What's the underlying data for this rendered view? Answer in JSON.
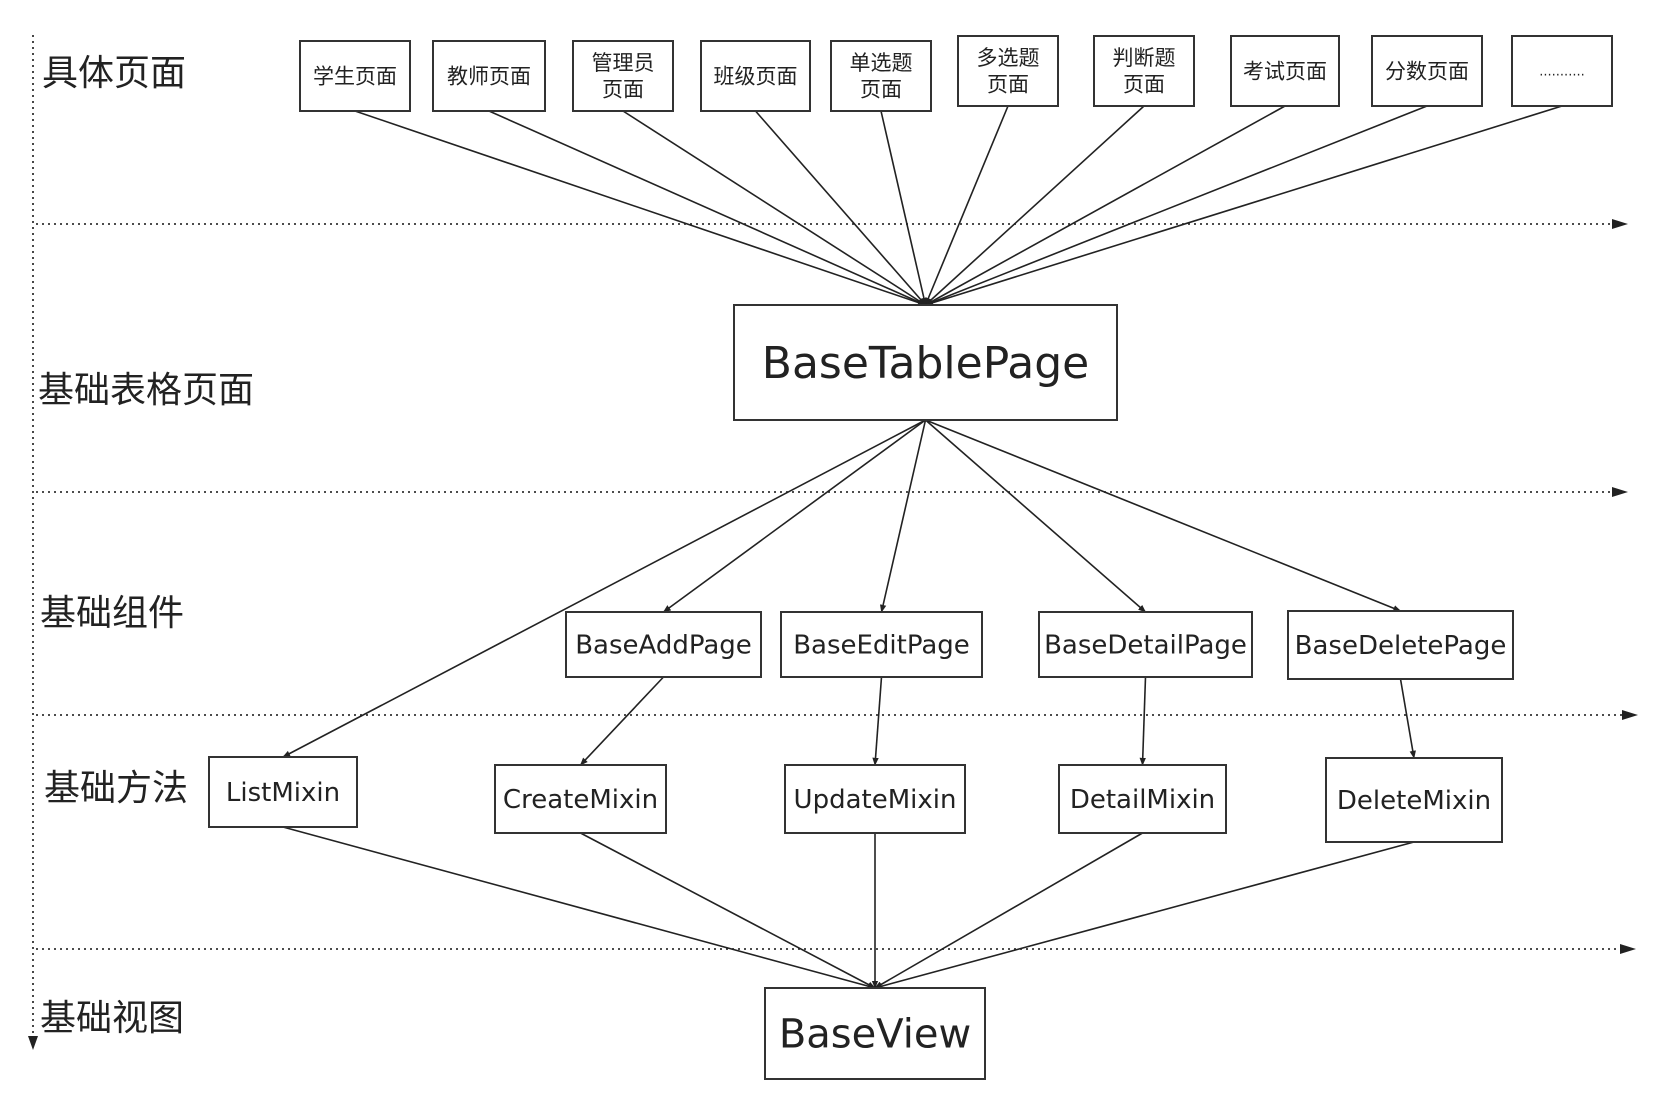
{
  "layers": [
    {
      "id": "concrete",
      "label": "具体页面"
    },
    {
      "id": "table",
      "label": "基础表格页面"
    },
    {
      "id": "components",
      "label": "基础组件"
    },
    {
      "id": "methods",
      "label": "基础方法"
    },
    {
      "id": "view",
      "label": "基础视图"
    }
  ],
  "nodes": {
    "student": {
      "lines": [
        "学生页面"
      ]
    },
    "teacher": {
      "lines": [
        "教师页面"
      ]
    },
    "admin": {
      "lines": [
        "管理员",
        "页面"
      ]
    },
    "class": {
      "lines": [
        "班级页面"
      ]
    },
    "single": {
      "lines": [
        "单选题",
        "页面"
      ]
    },
    "multi": {
      "lines": [
        "多选题",
        "页面"
      ]
    },
    "judge": {
      "lines": [
        "判断题",
        "页面"
      ]
    },
    "exam": {
      "lines": [
        "考试页面"
      ]
    },
    "score": {
      "lines": [
        "分数页面"
      ]
    },
    "more": {
      "lines": [
        "..........."
      ]
    },
    "basetablepage": {
      "lines": [
        "BaseTablePage"
      ]
    },
    "baseaddpage": {
      "lines": [
        "BaseAddPage"
      ]
    },
    "baseeditpage": {
      "lines": [
        "BaseEditPage"
      ]
    },
    "basedetailpage": {
      "lines": [
        "BaseDetailPage"
      ]
    },
    "basedeletepage": {
      "lines": [
        "BaseDeletePage"
      ]
    },
    "listmixin": {
      "lines": [
        "ListMixin"
      ]
    },
    "createmixin": {
      "lines": [
        "CreateMixin"
      ]
    },
    "updatemixin": {
      "lines": [
        "UpdateMixin"
      ]
    },
    "detailmixin": {
      "lines": [
        "DetailMixin"
      ]
    },
    "deletemixin": {
      "lines": [
        "DeleteMixin"
      ]
    },
    "baseview": {
      "lines": [
        "BaseView"
      ]
    }
  },
  "edges": [
    {
      "from": "student",
      "to": "basetablepage"
    },
    {
      "from": "teacher",
      "to": "basetablepage"
    },
    {
      "from": "admin",
      "to": "basetablepage"
    },
    {
      "from": "class",
      "to": "basetablepage"
    },
    {
      "from": "single",
      "to": "basetablepage"
    },
    {
      "from": "multi",
      "to": "basetablepage"
    },
    {
      "from": "judge",
      "to": "basetablepage"
    },
    {
      "from": "exam",
      "to": "basetablepage"
    },
    {
      "from": "score",
      "to": "basetablepage"
    },
    {
      "from": "more",
      "to": "basetablepage"
    },
    {
      "from": "basetablepage",
      "to": "listmixin"
    },
    {
      "from": "basetablepage",
      "to": "baseaddpage"
    },
    {
      "from": "basetablepage",
      "to": "baseeditpage"
    },
    {
      "from": "basetablepage",
      "to": "basedetailpage"
    },
    {
      "from": "basetablepage",
      "to": "basedeletepage"
    },
    {
      "from": "baseaddpage",
      "to": "createmixin"
    },
    {
      "from": "baseeditpage",
      "to": "updatemixin"
    },
    {
      "from": "basedetailpage",
      "to": "detailmixin"
    },
    {
      "from": "basedeletepage",
      "to": "deletemixin"
    },
    {
      "from": "listmixin",
      "to": "baseview"
    },
    {
      "from": "createmixin",
      "to": "baseview"
    },
    {
      "from": "updatemixin",
      "to": "baseview"
    },
    {
      "from": "detailmixin",
      "to": "baseview"
    },
    {
      "from": "deletemixin",
      "to": "baseview"
    }
  ]
}
